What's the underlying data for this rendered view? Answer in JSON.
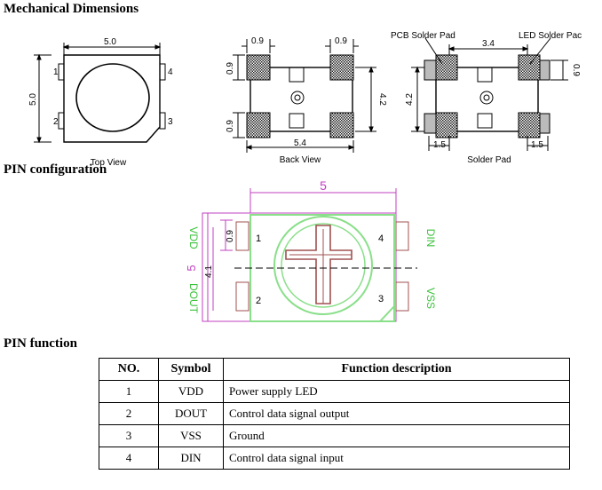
{
  "headings": {
    "mechanical": "Mechanical  Dimensions",
    "pin_config": "PIN  configuration",
    "pin_function": "PIN function"
  },
  "top_view": {
    "caption": "Top View",
    "width_dim": "5.0",
    "height_dim": "5.0",
    "pins": [
      "1",
      "2",
      "3",
      "4"
    ]
  },
  "back_view": {
    "caption": "Back View",
    "top_left_dim": "0.9",
    "top_right_dim": "0.9",
    "left_top_dim": "0.9",
    "left_bottom_dim": "0.9",
    "height_dim": "4.2",
    "width_dim": "5.4"
  },
  "solder_pad": {
    "caption": "Solder Pad",
    "pcb_label": "PCB Solder Pad",
    "led_label": "LED Solder Pac",
    "top_dim": "3.4",
    "right_dim": "0.9",
    "height_dim": "4.2",
    "bottom_left_dim": "1.5",
    "bottom_right_dim": "1.5"
  },
  "pin_config": {
    "width_dim": "5",
    "height_dim": "5",
    "pad_dim": "0.9",
    "inner_dim": "4.1",
    "pins": [
      "1",
      "2",
      "3",
      "4"
    ],
    "left_top": "VDD",
    "left_bottom": "DOUT",
    "right_top": "DIN",
    "right_bottom": "VSS"
  },
  "table": {
    "headers": [
      "NO.",
      "Symbol",
      "Function description"
    ],
    "rows": [
      {
        "no": "1",
        "symbol": "VDD",
        "desc": "Power supply LED"
      },
      {
        "no": "2",
        "symbol": "DOUT",
        "desc": "Control data signal output"
      },
      {
        "no": "3",
        "symbol": "VSS",
        "desc": "Ground"
      },
      {
        "no": "4",
        "symbol": "DIN",
        "desc": "Control data signal input"
      }
    ]
  }
}
